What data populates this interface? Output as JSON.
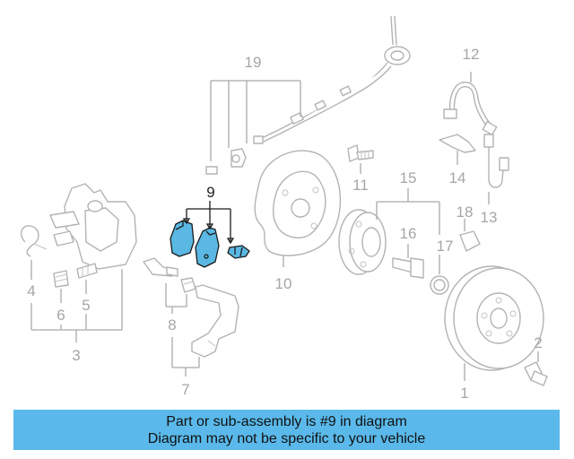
{
  "callouts": {
    "c1": "1",
    "c2": "2",
    "c3": "3",
    "c4": "4",
    "c5": "5",
    "c6": "6",
    "c7": "7",
    "c8": "8",
    "c9": "9",
    "c10": "10",
    "c11": "11",
    "c12": "12",
    "c13": "13",
    "c14": "14",
    "c15": "15",
    "c16": "16",
    "c17": "17",
    "c18": "18",
    "c19": "19"
  },
  "highlighted_part": "9",
  "colors": {
    "highlight": "#5ab8e3",
    "banner": "#5ab9ea",
    "line": "#a9a9a9"
  },
  "banner": {
    "line1": "Part or sub-assembly is #9 in diagram",
    "line2": "Diagram may not be specific to your vehicle"
  }
}
